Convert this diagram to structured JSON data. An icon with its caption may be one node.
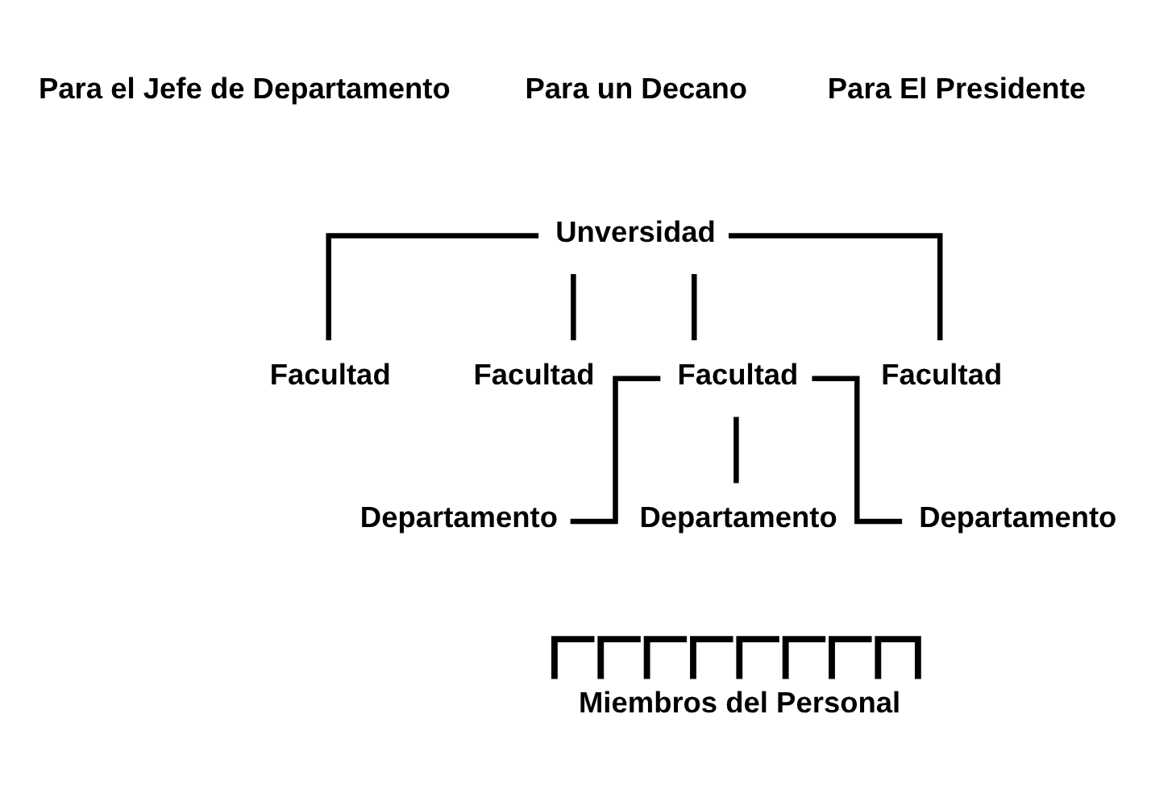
{
  "diagram": {
    "nodes": [
      {
        "text": [
          "Unversidad"
        ]
      },
      {
        "text": [
          "Facultad"
        ]
      },
      {
        "text": [
          "Facultad"
        ]
      },
      {
        "text": [
          "Facultad"
        ]
      },
      {
        "text": [
          "Facultad"
        ]
      },
      {
        "text": [
          "Departamento"
        ]
      },
      {
        "text": [
          "Departamento"
        ]
      },
      {
        "text": [
          "Departamento"
        ]
      },
      {
        "text": [
          "Miembros del Personal"
        ]
      }
    ],
    "edges": [
      {
        "from": 0,
        "to": 1,
        "arrow": "none"
      },
      {
        "from": 0,
        "to": 2,
        "arrow": "none"
      },
      {
        "from": 0,
        "to": 3,
        "arrow": "none"
      },
      {
        "from": 0,
        "to": 4,
        "arrow": "none"
      },
      {
        "from": 3,
        "to": 5,
        "arrow": "none"
      },
      {
        "from": 3,
        "to": 6,
        "arrow": "none"
      },
      {
        "from": 3,
        "to": 7,
        "arrow": "none"
      }
    ],
    "labels": [
      "Para el Jefe de Departamento",
      "Para un Decano",
      "Para El Presidente"
    ]
  }
}
